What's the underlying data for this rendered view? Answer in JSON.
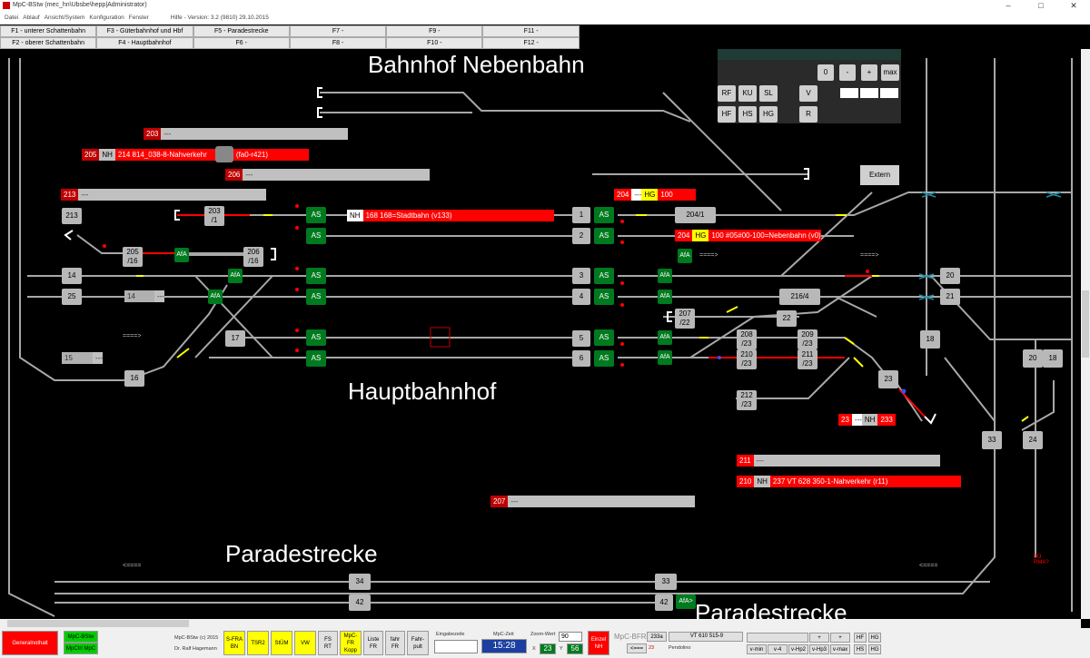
{
  "window": {
    "title": "MpC-BStw (mec_hn\\Ubsbe\\hepp|Administrator)",
    "minimize": "–",
    "maximize": "□",
    "close": "✕"
  },
  "menu": {
    "items": [
      "Datei",
      "Ablauf",
      "Ansicht/System",
      "Konfiguration",
      "Fenster"
    ],
    "status": "Hilfe - Version: 3.2 (9810) 29.10.2015"
  },
  "fkeys": [
    "F1 - unterer Schattenbahn",
    "F3 - Güterbahnhof und Hbf",
    "F5 - Paradestrecke",
    "F7 -",
    "F9 -",
    "F11 -",
    "F2 - oberer Schattenbahn",
    "F4 - Hauptbahnhof",
    "F6 -",
    "F8 -",
    "F10 -",
    "F12 -"
  ],
  "labels": {
    "nebenbahn": "Bahnhof Nebenbahn",
    "hauptbahnhof": "Hauptbahnhof",
    "paradestrecke": "Paradestrecke",
    "paradestrecke2": "Paradestrecke",
    "extern": "Extern"
  },
  "control_panel": {
    "buttons": [
      "0",
      "-",
      "+",
      "max",
      "RF",
      "KU",
      "SL",
      "V",
      "HF",
      "HS",
      "HG",
      "R"
    ]
  },
  "trains": {
    "t203": {
      "num": "203",
      "text": "---"
    },
    "t205": {
      "num": "205",
      "type": "NH",
      "text": "214 814_038-8-Nahverkehr",
      "addr": "(fa0-r421)"
    },
    "t206": {
      "num": "206",
      "text": "---"
    },
    "t213": {
      "num": "213",
      "text": "---"
    },
    "t168": {
      "type": "NH",
      "text": "168 168=Stadtbahn (v133)"
    },
    "t204a": {
      "num": "204",
      "text": "---",
      "hg": "HG",
      "val": "100"
    },
    "t204b": {
      "num": "204",
      "hg": "HG",
      "text": "100 #05#00-100=Nebenbahn (v0)"
    },
    "t14": {
      "num": "14",
      "text": "---"
    },
    "t15": {
      "num": "15",
      "text": "---"
    },
    "t23": {
      "num": "23",
      "text": "---",
      "type": "NH",
      "val": "233"
    },
    "t211": {
      "num": "211",
      "text": "---"
    },
    "t210": {
      "num": "210",
      "type": "NH",
      "text": "237 VT 628 350-1-Nahverkehr (r11)"
    },
    "t207": {
      "num": "207",
      "text": "---"
    }
  },
  "blocks": {
    "b213": "213",
    "b14": "14",
    "b25": "25",
    "b205": "205\n/16",
    "b203": "203\n/1",
    "b206": "206\n/16",
    "b17": "17",
    "b16": "16",
    "b1": "1",
    "b2": "2",
    "b3": "3",
    "b4": "4",
    "b5": "5",
    "b6": "6",
    "b2041": "204/1",
    "b2164": "216/4",
    "b207": "207\n/22",
    "b22": "22",
    "b208": "208\n/23",
    "b209": "209\n/23",
    "b210": "210\n/23",
    "b211": "211\n/23",
    "b23": "23",
    "b212": "212\n/23",
    "b18": "18",
    "b20": "20",
    "b21": "21",
    "b20b": "20",
    "b18b": "18",
    "b33": "33",
    "b24": "24",
    "b34": "34",
    "b42": "42",
    "b33b": "33",
    "b42b": "42"
  },
  "as_label": "AS",
  "afa_label": "AfA",
  "afa_arrow": "AfA>",
  "arrows": {
    "right": "====>",
    "left": "<===="
  },
  "side_text": {
    "l1": "BÜ",
    "l2": "RMA?"
  },
  "bottom": {
    "generalnothalt": "Generalnothalt",
    "mpcbstw": "MpC-BStw",
    "mpcctrl": "MpCtrl MpC",
    "version_a": "MpC-BStw",
    "version_b": "Dr. Ralf Hagemann",
    "copyright": "(c) 2015",
    "sfra": "S-FRA",
    "bn": "BN",
    "tsr2": "TSR2",
    "stum": "StÜM",
    "vw": "VW",
    "fs": "FS",
    "rt": "RT",
    "mpcfr": "MpC-FR",
    "kopp": "Kopp",
    "liste": "Liste",
    "fr": "FR",
    "fahr": "fahr",
    "fr2": "FR",
    "fahrpult": "Fahr-",
    "pult": "pult",
    "eingabezeile": "Eingabezeile",
    "mpczeit": "MpC-Zeit",
    "zeit_val": "15:28",
    "zoom_label": "Zoom-Wert",
    "zoom_val": "90",
    "x_label": "X",
    "x_val": "23",
    "y_label": "Y",
    "y_val": "56",
    "einzel": "Einzel",
    "einzel_nh": "NH",
    "bfr_label": "MpC-BFR",
    "bfr_addr": "233a",
    "bfr_loco": "VT 610 515-9",
    "bfr_prev": "<===",
    "bfr_num": "23",
    "bfr_name": "Pendolino",
    "vbtn": [
      "v-min",
      "v-4",
      "v-Hp2",
      "v-Hp3",
      "v-max"
    ],
    "plus": "+",
    "hf": "HF",
    "hg": "HG",
    "hs": "HS"
  },
  "colors": {
    "track": "#b0b0b0",
    "red": "#ff0000",
    "green": "#007a1f",
    "yellow": "#ffff00"
  }
}
